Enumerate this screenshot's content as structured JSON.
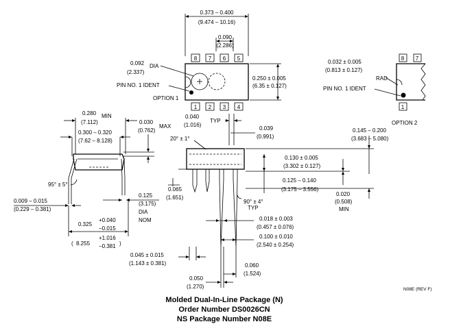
{
  "top_view": {
    "width_top_main": "0.373 – 0.400",
    "width_top_sub": "(9.474 – 10.16)",
    "pitch_main": "0.090",
    "pitch_sub": "(2.286)",
    "dia_main": "0.092",
    "dia_sub": "(2.337)",
    "dia_label": "DIA",
    "height_main": "0.250 ± 0.005",
    "height_sub": "(6.35 ± 0.127)",
    "pin_ident": "PIN NO. 1 IDENT",
    "option": "OPTION 1",
    "pins_top": [
      "8",
      "7",
      "6",
      "5"
    ],
    "pins_bottom": [
      "1",
      "2",
      "3",
      "4"
    ]
  },
  "option2": {
    "rad_main": "0.032 ± 0.005",
    "rad_sub": "(0.813 ± 0.127)",
    "rad_label": "RAD",
    "pin_ident": "PIN NO. 1 IDENT",
    "label": "OPTION 2",
    "pins_top": [
      "8",
      "7"
    ],
    "pin_bottom": "1"
  },
  "end_view": {
    "min_main": "0.280",
    "min_label": "MIN",
    "min_sub": "(7.112)",
    "width_main": "0.300 – 0.320",
    "width_sub": "(7.62 – 8.128)",
    "max_main": "0.030",
    "max_label": "MAX",
    "max_sub": "(0.762)",
    "angle": "95° ± 5°",
    "lead_thk_main": "0.009 – 0.015",
    "lead_thk_sub": "(0.229 – 0.381)",
    "dia_main": "0.125",
    "dia_sub": "(3.175)",
    "dia_label": "DIA",
    "nom_label": "NOM",
    "span_main": "0.325",
    "span_tol_plus": "+0.040",
    "span_tol_minus": "−0.015",
    "span_sub_main": "8.255",
    "span_sub_plus": "+1.016",
    "span_sub_minus": "−0.381"
  },
  "side_view": {
    "shoulder_main": "0.040",
    "shoulder_sub": "(1.016)",
    "shoulder_label": "TYP",
    "lead_w_main": "0.039",
    "lead_w_sub": "(0.991)",
    "draft_angle": "20° ± 1°",
    "body_h_main": "0.145 – 0.200",
    "body_h_sub": "(3.683 – 5.080)",
    "standoff_main": "0.130 ± 0.005",
    "standoff_sub": "(3.302 ± 0.127)",
    "lead_len_main": "0.125 – 0.140",
    "lead_len_sub": "(3.175 – 3.556)",
    "seat_main": "0.065",
    "seat_sub": "(1.651)",
    "seat_min_main": "0.020",
    "seat_min_sub": "(0.508)",
    "seat_min_label": "MIN",
    "lead_angle": "90° ± 4°",
    "lead_angle_label": "TYP",
    "lead_thk_main": "0.018 ± 0.003",
    "lead_thk_sub": "(0.457 ± 0.076)",
    "pitch_main": "0.100 ± 0.010",
    "pitch_sub": "(2.540 ± 0.254)",
    "end_gap_main": "0.045 ± 0.015",
    "end_gap_sub": "(1.143 ± 0.381)",
    "upper_main": "0.060",
    "upper_sub": "(1.524)",
    "lower_main": "0.050",
    "lower_sub": "(1.270)"
  },
  "ref_code": "N08E (REV F)",
  "caption": {
    "line1": "Molded Dual-In-Line Package (N)",
    "line2": "Order Number DS0026CN",
    "line3": "NS Package Number N08E"
  }
}
